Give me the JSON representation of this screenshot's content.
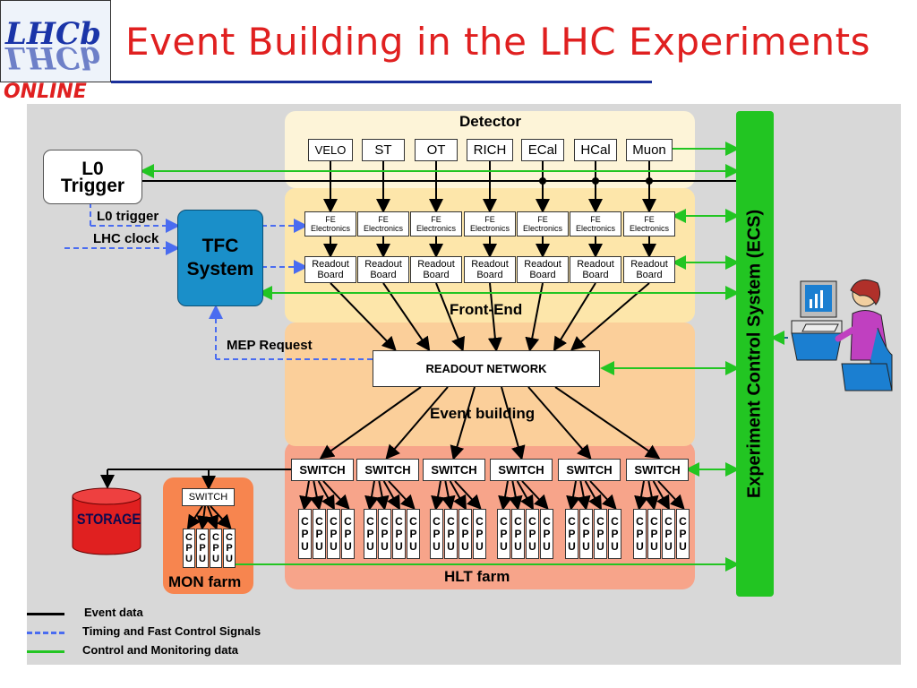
{
  "slide": {
    "title": "Event Building in the LHC Experiments",
    "logo_text_top": "LHCb",
    "logo_text_bottom": "ONLINE"
  },
  "detector": {
    "title": "Detector",
    "subdetectors": [
      "VELO",
      "ST",
      "OT",
      "RICH",
      "ECal",
      "HCal",
      "Muon"
    ]
  },
  "front_end": {
    "label": "Front-End",
    "fe_label": "FE Electronics",
    "rb_label": "Readout Board",
    "count": 7
  },
  "l0_trigger": {
    "label": "L0 Trigger"
  },
  "tfc": {
    "label": "TFC System"
  },
  "signals": {
    "l0_trigger": "L0 trigger",
    "lhc_clock": "LHC clock",
    "mep_request": "MEP Request"
  },
  "network": {
    "label": "READOUT NETWORK",
    "event_building": "Event building"
  },
  "hlt": {
    "label": "HLT farm",
    "switch_label": "SWITCH",
    "switch_count": 6,
    "cpu_label": "CPU",
    "cpus_per_switch": 4
  },
  "mon_farm": {
    "label": "MON farm",
    "switch_label": "SWITCH",
    "cpu_count": 4
  },
  "storage": {
    "label": "STORAGE"
  },
  "ecs": {
    "label": "Experiment Control System (ECS)"
  },
  "legend": [
    {
      "label": "Event data",
      "style": "solid",
      "color": "#000000"
    },
    {
      "label": "Timing and Fast Control Signals",
      "style": "dashed",
      "color": "#4a6cf0"
    },
    {
      "label": "Control and Monitoring data",
      "style": "solid",
      "color": "#22c522"
    }
  ],
  "colors": {
    "title": "#e02020",
    "ecs": "#22c522",
    "tfc": "#1a8fc9",
    "storage": "#e02020",
    "dashed": "#4a6cf0"
  }
}
